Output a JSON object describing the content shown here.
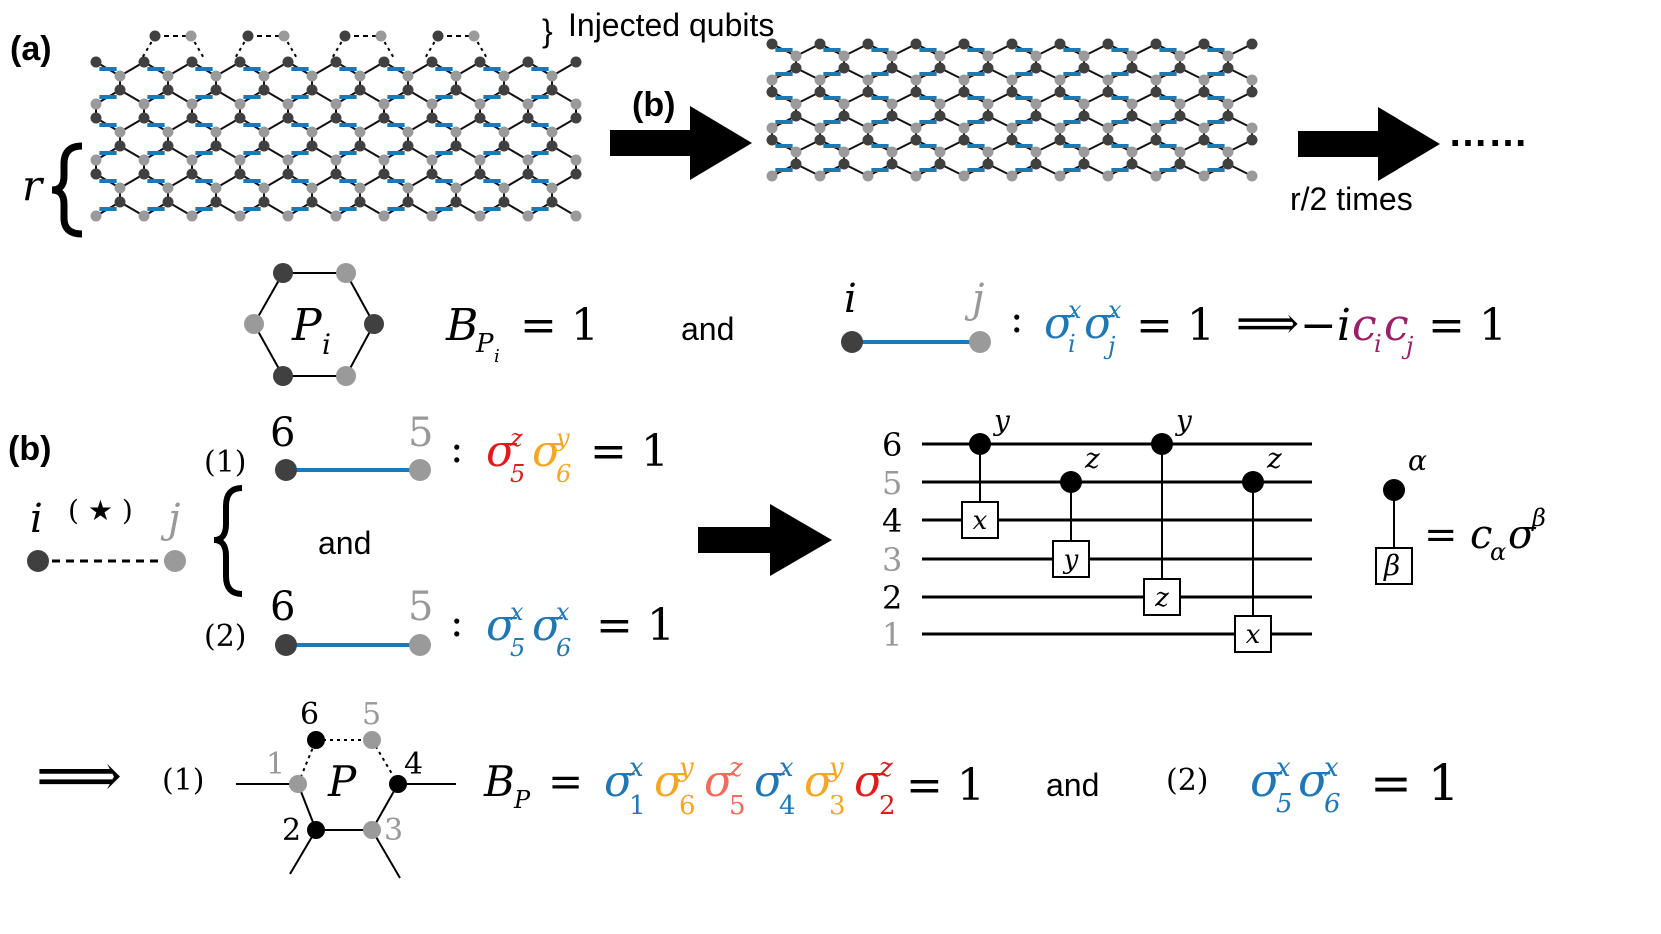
{
  "colors": {
    "blue": "#1f77b4",
    "dark_node": "#404040",
    "light_node": "#9a9a9a",
    "bond": "#111111",
    "red": "#e31a1c",
    "orange": "#f5a623",
    "salmon": "#f26b5b",
    "purple": "#9b1f6a",
    "gray_text": "#999999"
  },
  "labels": {
    "panel_a": "(a)",
    "panel_b_top": "(b)",
    "panel_b_bottom": "(b)",
    "injected_brace": "}",
    "injected": "Injected qubits",
    "r": "r",
    "r_half": "r/2 times",
    "ellipsis": "……",
    "and1": "and",
    "and2": "and",
    "and3": "and",
    "implies_big": "⟹",
    "implies_small": "⟹",
    "star": "( ★ )",
    "eq_one": "= 1",
    "colon": ":"
  },
  "plaquette": {
    "name": "P",
    "sub": "i",
    "B": "B",
    "B_sub_P": "P",
    "B_sub_i": "i",
    "eq": "= 1"
  },
  "bond_relation": {
    "i": "i",
    "j": "j",
    "sigma": "σ",
    "x": "x",
    "i_sub": "i",
    "j_sub": "j",
    "eq1": "= 1",
    "minus_i": "−i",
    "c": "c",
    "eq2": "= 1"
  },
  "conditions": [
    {
      "num": "(1)",
      "left": "6",
      "right": "5",
      "op1": {
        "sup": "z",
        "sub": "5"
      },
      "op2": {
        "sup": "y",
        "sub": "6"
      },
      "eq": "= 1"
    },
    {
      "num": "(2)",
      "left": "6",
      "right": "5",
      "op1": {
        "sup": "x",
        "sub": "5"
      },
      "op2": {
        "sup": "x",
        "sub": "6"
      },
      "eq": "= 1"
    }
  ],
  "circuit": {
    "wires": [
      "6",
      "5",
      "4",
      "3",
      "2",
      "1"
    ],
    "gates": [
      {
        "ctrl": "y",
        "target": "x"
      },
      {
        "ctrl": "z",
        "target": "y"
      },
      {
        "ctrl": "y",
        "target": "z"
      },
      {
        "ctrl": "z",
        "target": "x"
      }
    ],
    "legend": {
      "alpha": "α",
      "beta": "β",
      "rhs_c": "c",
      "rhs_sub": "α",
      "rhs_sigma": "σ",
      "rhs_sup": "β",
      "eq": "="
    }
  },
  "bottom": {
    "num1": "(1)",
    "num2": "(2)",
    "P": "P",
    "nodes": [
      "6",
      "5",
      "1",
      "4",
      "2",
      "3"
    ],
    "B": "B",
    "B_sub": "P",
    "eq": "=",
    "terms": [
      {
        "sup": "x",
        "sub": "1"
      },
      {
        "sup": "y",
        "sub": "6"
      },
      {
        "sup": "z",
        "sub": "5"
      },
      {
        "sup": "x",
        "sub": "4"
      },
      {
        "sup": "y",
        "sub": "3"
      },
      {
        "sup": "z",
        "sub": "2"
      }
    ],
    "tail": "= 1",
    "final": {
      "t1": {
        "sup": "x",
        "sub": "5"
      },
      "t2": {
        "sup": "x",
        "sub": "6"
      },
      "eq": "= 1"
    }
  }
}
